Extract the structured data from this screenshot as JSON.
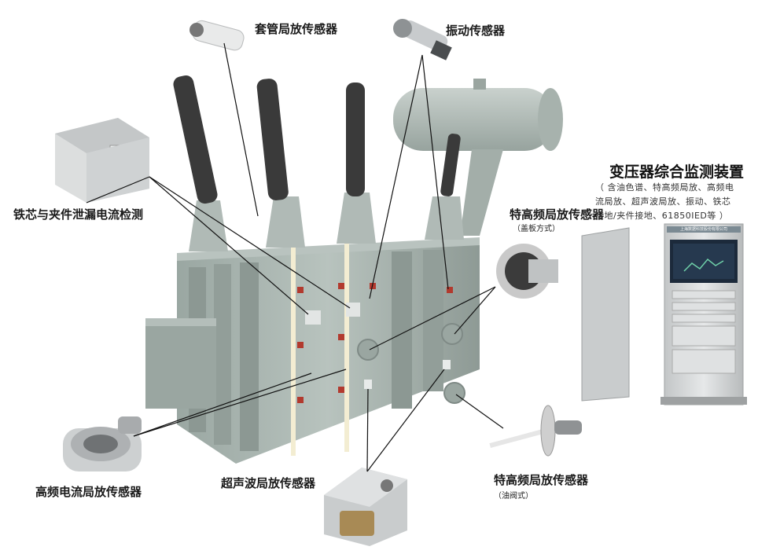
{
  "labels": {
    "bushing_pd": "套管局放传感器",
    "vibration": "振动传感器",
    "core_clamp": "铁芯与夹件泄漏电流检测",
    "uhf_cover": "特高频局放传感器",
    "uhf_cover_note": "（盖板方式）",
    "hf_ct": "高频电流局放传感器",
    "ultrasonic": "超声波局放传感器",
    "uhf_valve": "特高频局放传感器",
    "uhf_valve_note": "（油阀式）"
  },
  "device": {
    "title": "变压器综合监测装置",
    "desc_line1": "（ 含油色谱、特高频局放、高频电",
    "desc_line2": "流局放、超声波局放、振动、铁芯",
    "desc_line3": "接地/夹件接地、61850IED等 ）",
    "cabinet_header": "上海数据科技股份有限公司"
  },
  "colors": {
    "tank": "#a9b5b0",
    "tank_dark": "#8c9893",
    "bushing": "#3a3a3a",
    "cabinet": "#d4d7d8",
    "line": "#111111"
  }
}
